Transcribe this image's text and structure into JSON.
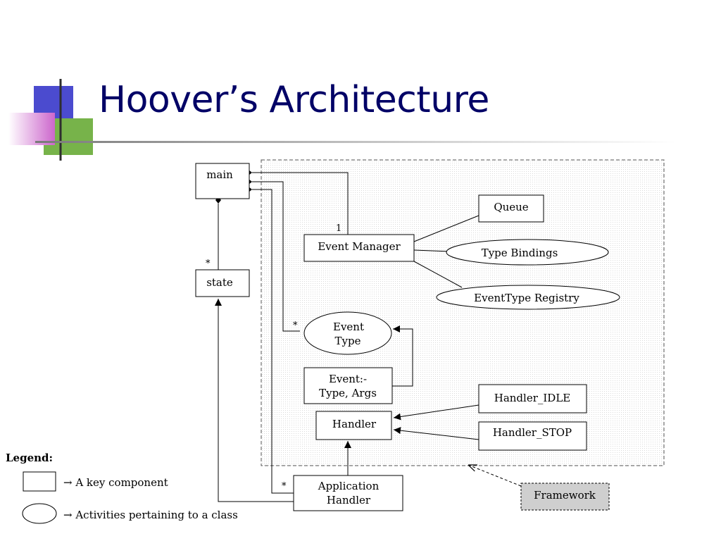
{
  "slide": {
    "title": "Hoover’s Architecture"
  },
  "diagram": {
    "nodes": {
      "main": "main",
      "state": "state",
      "event_manager": "Event Manager",
      "queue": "Queue",
      "type_bindings": "Type Bindings",
      "eventtype_registry": "EventType Registry",
      "event_type_line1": "Event",
      "event_type_line2": "Type",
      "event_line1": "Event:-",
      "event_line2": "Type, Args",
      "handler": "Handler",
      "handler_idle": "Handler_IDLE",
      "handler_stop": "Handler_STOP",
      "app_handler_line1": "Application",
      "app_handler_line2": "Handler",
      "framework": "Framework"
    },
    "multiplicities": {
      "event_manager": "1",
      "state": "*",
      "event_type": "*",
      "app_handler": "*"
    }
  },
  "legend": {
    "title": "Legend:",
    "box_label": "→ A key component",
    "ellipse_label": "→ Activities pertaining to a class"
  }
}
